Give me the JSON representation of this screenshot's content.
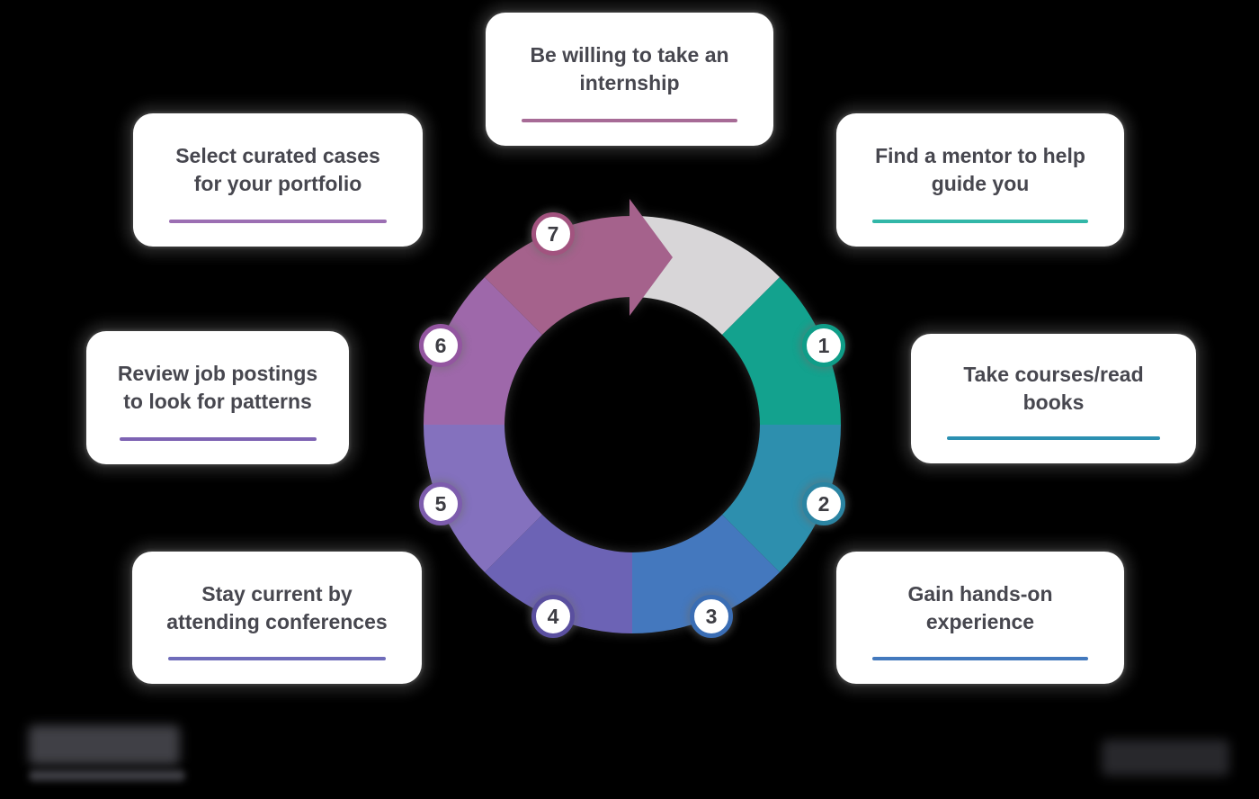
{
  "background_color": "#000000",
  "diagram": {
    "type": "circular-process-arrow",
    "step_count": 7,
    "gray_segment_color": "#d8d6d8",
    "steps": [
      {
        "number": "1",
        "label": "Find a mentor to help\nguide you",
        "segment_color": "#13a28e",
        "badge_border_color": "#0f9d88",
        "underline_color": "#32b7a8"
      },
      {
        "number": "2",
        "label": "Take courses/read\nbooks",
        "segment_color": "#2d8fae",
        "badge_border_color": "#2b84a2",
        "underline_color": "#2b90b1"
      },
      {
        "number": "3",
        "label": "Gain hands-on\nexperience",
        "segment_color": "#4478be",
        "badge_border_color": "#3a6db4",
        "underline_color": "#4379bd"
      },
      {
        "number": "4",
        "label": "Stay current by\nattending conferences",
        "segment_color": "#6c63b5",
        "badge_border_color": "#5a4f9f",
        "underline_color": "#6f6cba"
      },
      {
        "number": "5",
        "label": "Review job postings\nto look for patterns",
        "segment_color": "#8471be",
        "badge_border_color": "#7d5cad",
        "underline_color": "#7d63b3"
      },
      {
        "number": "6",
        "label": "Select curated cases\nfor your portfolio",
        "segment_color": "#9e68aa",
        "badge_border_color": "#9355a0",
        "underline_color": "#9c6fb3"
      },
      {
        "number": "7",
        "label": "Be willing to take an\ninternship",
        "segment_color": "#a5628c",
        "badge_border_color": "#a2537f",
        "underline_color": "#a76b96"
      }
    ]
  },
  "card_text_color": "#47474f",
  "badge_number_color": "#3d3d43"
}
